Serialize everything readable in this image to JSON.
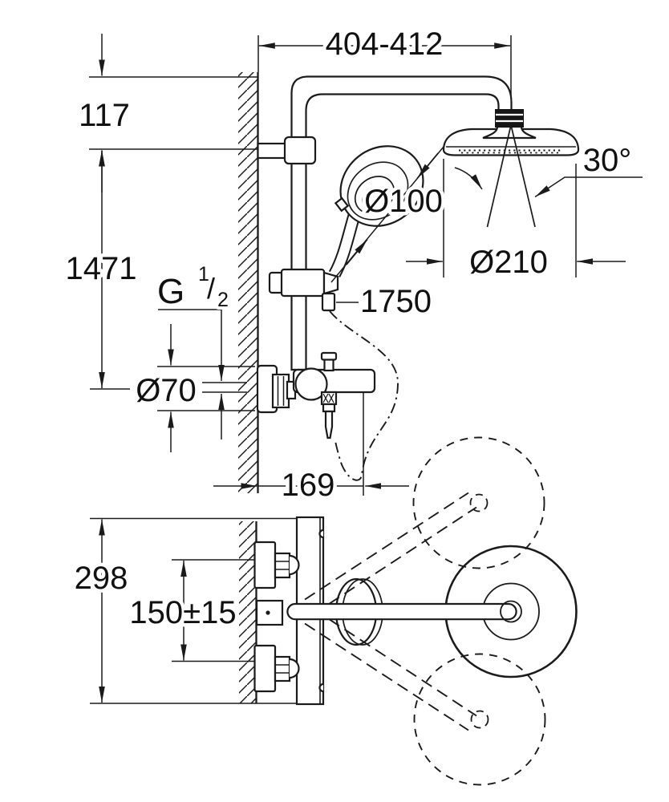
{
  "labels": {
    "arm_reach": "404-412",
    "arm_drop": "117",
    "rail_mount_height": "1471",
    "thread_main": "G",
    "thread_sup": "1",
    "thread_slash": "/",
    "thread_sub": "2",
    "escutcheon_diameter": "Ø70",
    "hand_shower_diameter": "Ø100",
    "head_swivel_angle": "30°",
    "head_shower_diameter": "Ø210",
    "total_height": "1750",
    "spout_projection": "169",
    "valve_body_height": "298",
    "inlet_center_distance": "150±15"
  }
}
